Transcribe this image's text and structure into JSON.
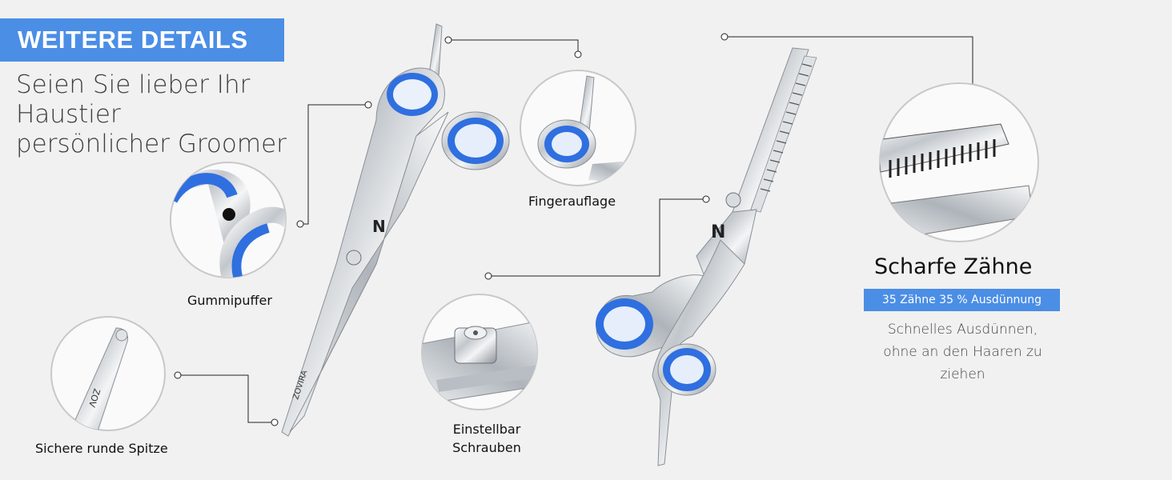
{
  "header": {
    "banner": "WEITERE DETAILS",
    "subtitle_lines": [
      "Seien Sie lieber Ihr Haustier",
      "persönlicher Groomer"
    ]
  },
  "labels": {
    "gummipuffer": "Gummipuffer",
    "spitze": "Sichere runde Spitze",
    "fingerauflage": "Fingerauflage",
    "schrauben_lines": [
      "Einstellbar",
      "Schrauben"
    ]
  },
  "teeth": {
    "title": "Scharfe Zähne",
    "badge": "35 Zähne 35 % Ausdünnung",
    "desc_lines": [
      "Schnelles Ausdünnen,",
      "ohne an den Haaren zu",
      "ziehen"
    ]
  },
  "branding": {
    "engraving": "ZOVIRA",
    "logo_letter": "N"
  },
  "colors": {
    "accent": "#4b8ee6",
    "ring_blue": "#3a78e6",
    "background": "#f1f1f1",
    "steel": "#c9ced3"
  }
}
